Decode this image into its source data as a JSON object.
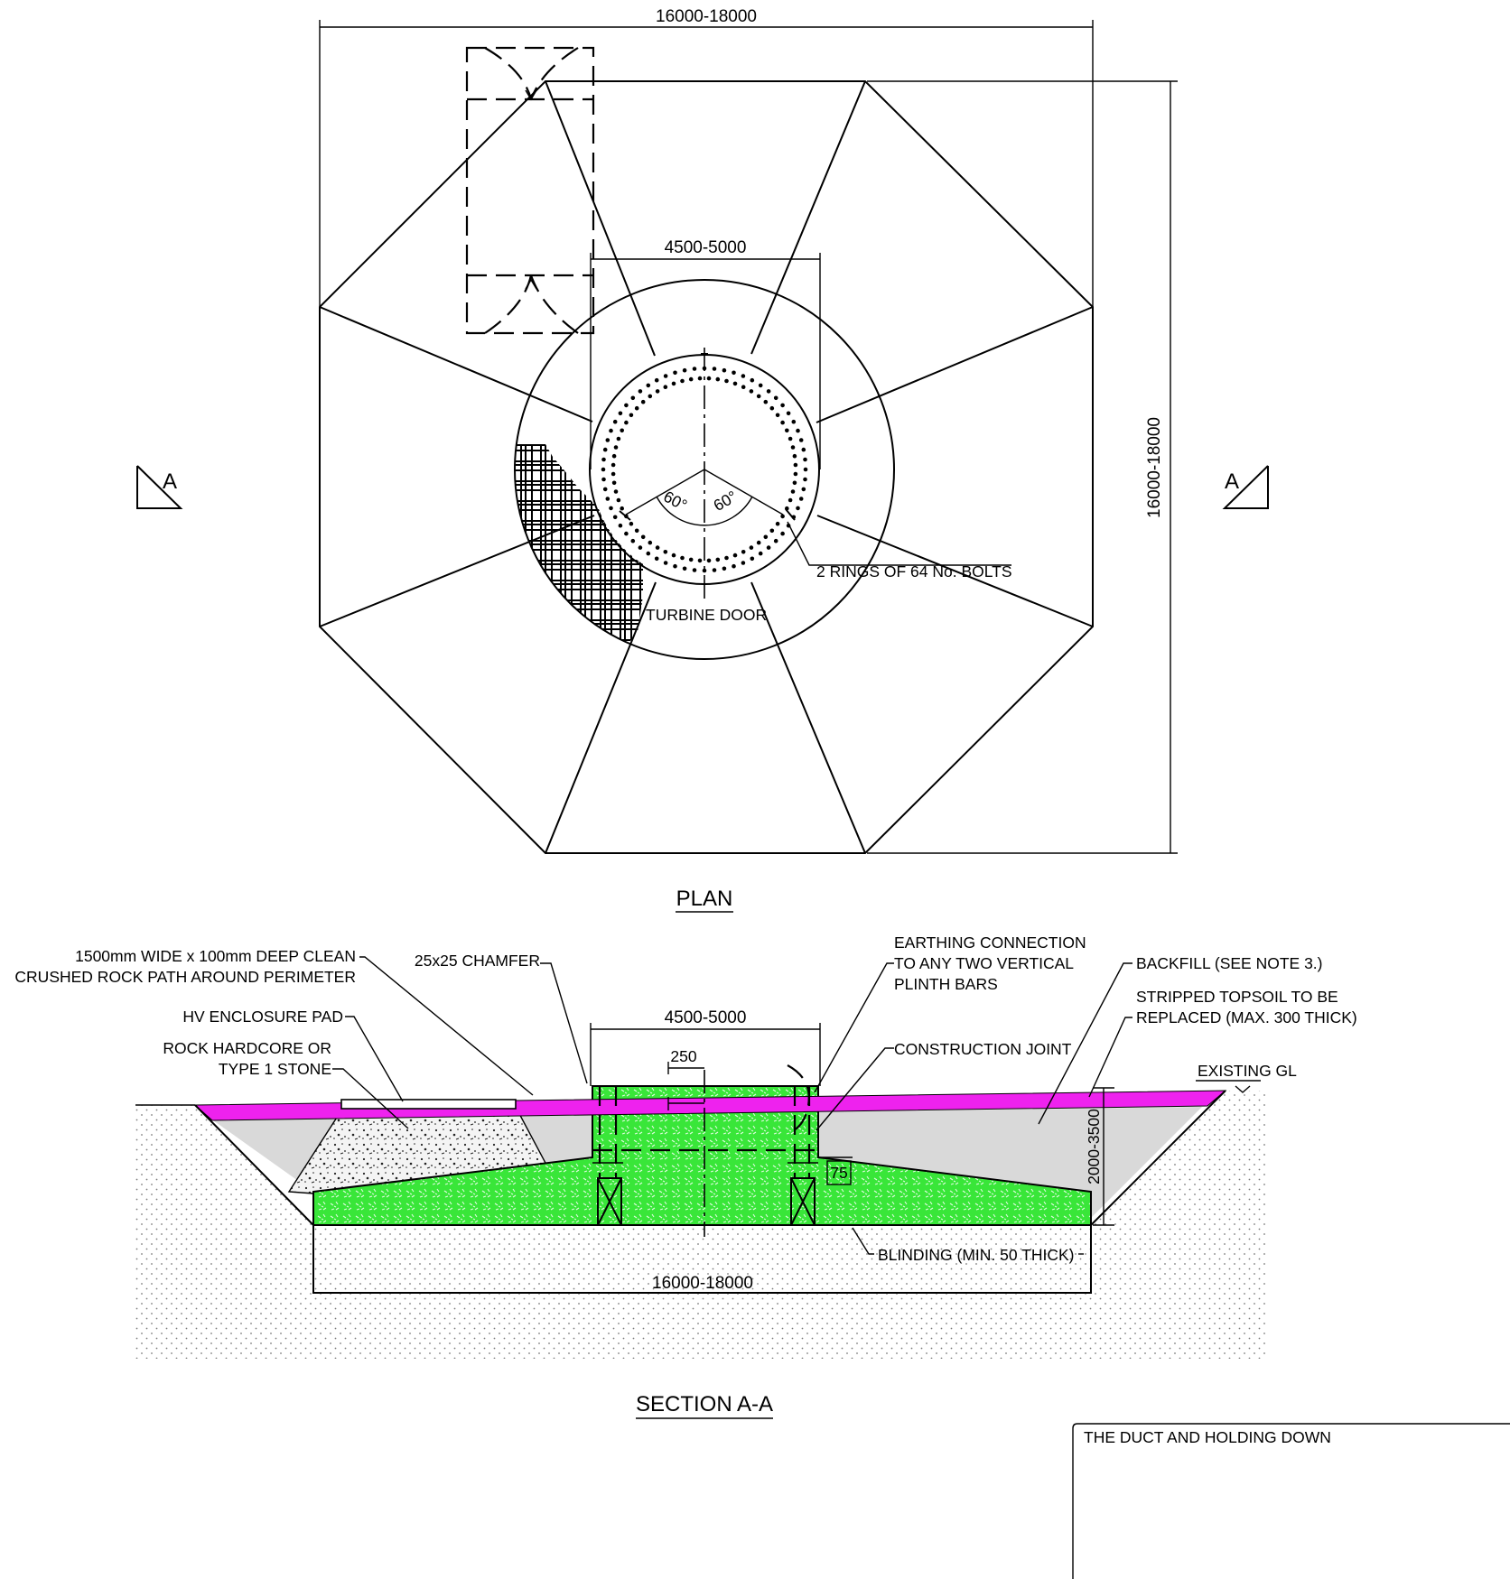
{
  "plan": {
    "title": "PLAN",
    "dim_overall_width": "16000-18000",
    "dim_overall_height": "16000-18000",
    "dim_plinth": "4500-5000",
    "angle_left": "60°",
    "angle_right": "60°",
    "label_bolts": "2 RINGS OF 64 No. BOLTS",
    "label_door": "TURBINE DOOR",
    "section_marker_left": "A",
    "section_marker_right": "A"
  },
  "section": {
    "title": "SECTION A-A",
    "dim_plinth": "4500-5000",
    "dim_250": "250",
    "dim_75": "75",
    "dim_depth": "2000-3500",
    "dim_base": "16000-18000",
    "labels": {
      "path_line1": "1500mm WIDE x 100mm DEEP CLEAN",
      "path_line2": "CRUSHED ROCK PATH AROUND PERIMETER",
      "chamfer": "25x25 CHAMFER",
      "hv_pad": "HV ENCLOSURE PAD",
      "hardcore_line1": "ROCK HARDCORE OR",
      "hardcore_line2": "TYPE 1 STONE",
      "earthing_line1": "EARTHING CONNECTION",
      "earthing_line2": "TO ANY TWO VERTICAL",
      "earthing_line3": "PLINTH BARS",
      "backfill": "BACKFILL (SEE NOTE 3.)",
      "topsoil_line1": "STRIPPED TOPSOIL TO BE",
      "topsoil_line2": "REPLACED (MAX. 300 THICK)",
      "construction_joint": "CONSTRUCTION JOINT",
      "existing_gl": "EXISTING GL",
      "blinding": "BLINDING (MIN. 50 THICK)"
    }
  },
  "note_partial": "THE DUCT AND HOLDING DOWN",
  "colors": {
    "concrete": "#39e639",
    "topsoil": "#ee22ee",
    "backfill": "#d9d9d9",
    "ground_dots": "#8a8a8a",
    "hardcore": "#f4f4f4"
  }
}
